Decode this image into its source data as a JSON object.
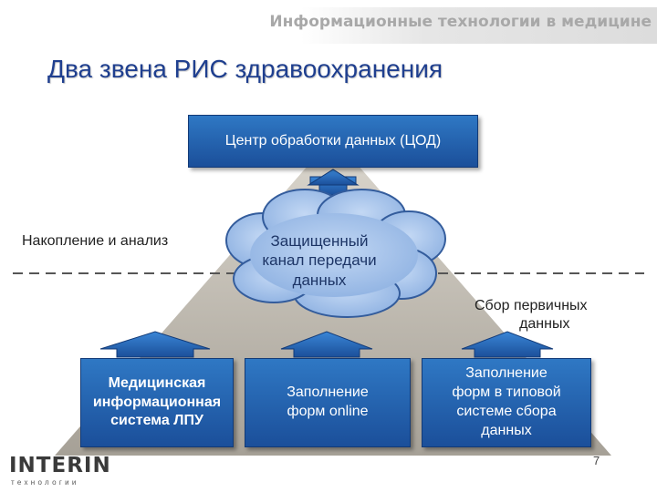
{
  "header": {
    "topic": "Информационные технологии в медицине",
    "title": "Два звена РИС здравоохранения"
  },
  "diagram": {
    "center_box": "Центр обработки данных (ЦОД)",
    "cloud_lines": [
      "Защищенный",
      "канал передачи",
      "данных"
    ],
    "left_label": "Накопление и анализ",
    "right_label_lines": [
      "Сбор первичных",
      "данных"
    ],
    "bottom_boxes": [
      {
        "lines": [
          "Медицинская",
          "информационная",
          "система ЛПУ"
        ]
      },
      {
        "lines": [
          "Заполнение",
          "форм online"
        ]
      },
      {
        "lines": [
          "Заполнение",
          "форм в типовой",
          "системе сбора",
          "данных"
        ]
      }
    ]
  },
  "footer": {
    "logo": "INTERIN",
    "logo_sub": "технологии",
    "page_number": "7"
  },
  "colors": {
    "box": "#1f5aa6",
    "arrow": "#2a6fbf",
    "title": "#1f3f8f",
    "cloud": "#a9c6ee"
  }
}
